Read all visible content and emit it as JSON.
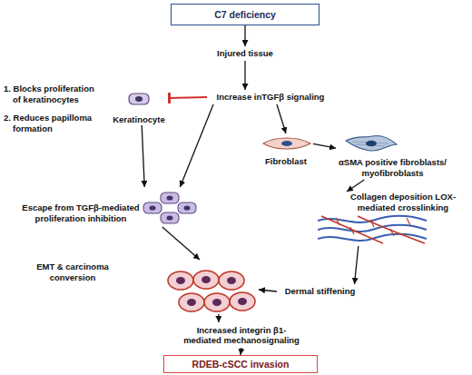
{
  "diagram": {
    "nodes": [
      {
        "text": [
          "C7 deficiency"
        ]
      },
      {
        "text": [
          "Injured tissue"
        ]
      },
      {
        "text": [
          "Increase inTGFβ signaling"
        ]
      },
      {
        "text": [
          "Keratinocyte"
        ]
      },
      {
        "text": [
          "Fibroblast"
        ]
      },
      {
        "text": [
          "αSMA positive fibroblasts/ myofibroblasts"
        ]
      },
      {
        "text": [
          "Escape from TGFβ-mediated proliferation inhibition"
        ]
      },
      {
        "text": [
          "Collagen deposition LOX-mediated crosslinking"
        ]
      },
      {
        "text": [
          "EMT & carcinoma conversion"
        ]
      },
      {
        "text": [
          "Dermal stiffening"
        ]
      },
      {
        "text": [
          "Increased integrin β1- mediated mechanosignaling"
        ]
      },
      {
        "text": [
          "RDEB-cSCC invasion"
        ]
      }
    ],
    "edges": [
      {
        "from": 0,
        "to": 1,
        "arrow": "to"
      },
      {
        "from": 1,
        "to": 2,
        "arrow": "to"
      },
      {
        "from": 2,
        "to": 3,
        "arrow": "to"
      },
      {
        "from": 2,
        "to": 4,
        "arrow": "to"
      },
      {
        "from": 2,
        "to": 6,
        "arrow": "to"
      },
      {
        "from": 3,
        "to": 6,
        "arrow": "to"
      },
      {
        "from": 4,
        "to": 5,
        "arrow": "to"
      },
      {
        "from": 5,
        "to": 7,
        "arrow": "to"
      },
      {
        "from": 7,
        "to": 9,
        "arrow": "to"
      },
      {
        "from": 6,
        "to": 8,
        "arrow": "to"
      },
      {
        "from": 9,
        "to": 8,
        "arrow": "to"
      },
      {
        "from": 8,
        "to": 10,
        "arrow": "to"
      },
      {
        "from": 10,
        "to": 11,
        "arrow": "to"
      }
    ],
    "labels": [
      "1. Blocks proliferation of keratinocytes",
      "2. Reduces papilloma formation"
    ]
  }
}
